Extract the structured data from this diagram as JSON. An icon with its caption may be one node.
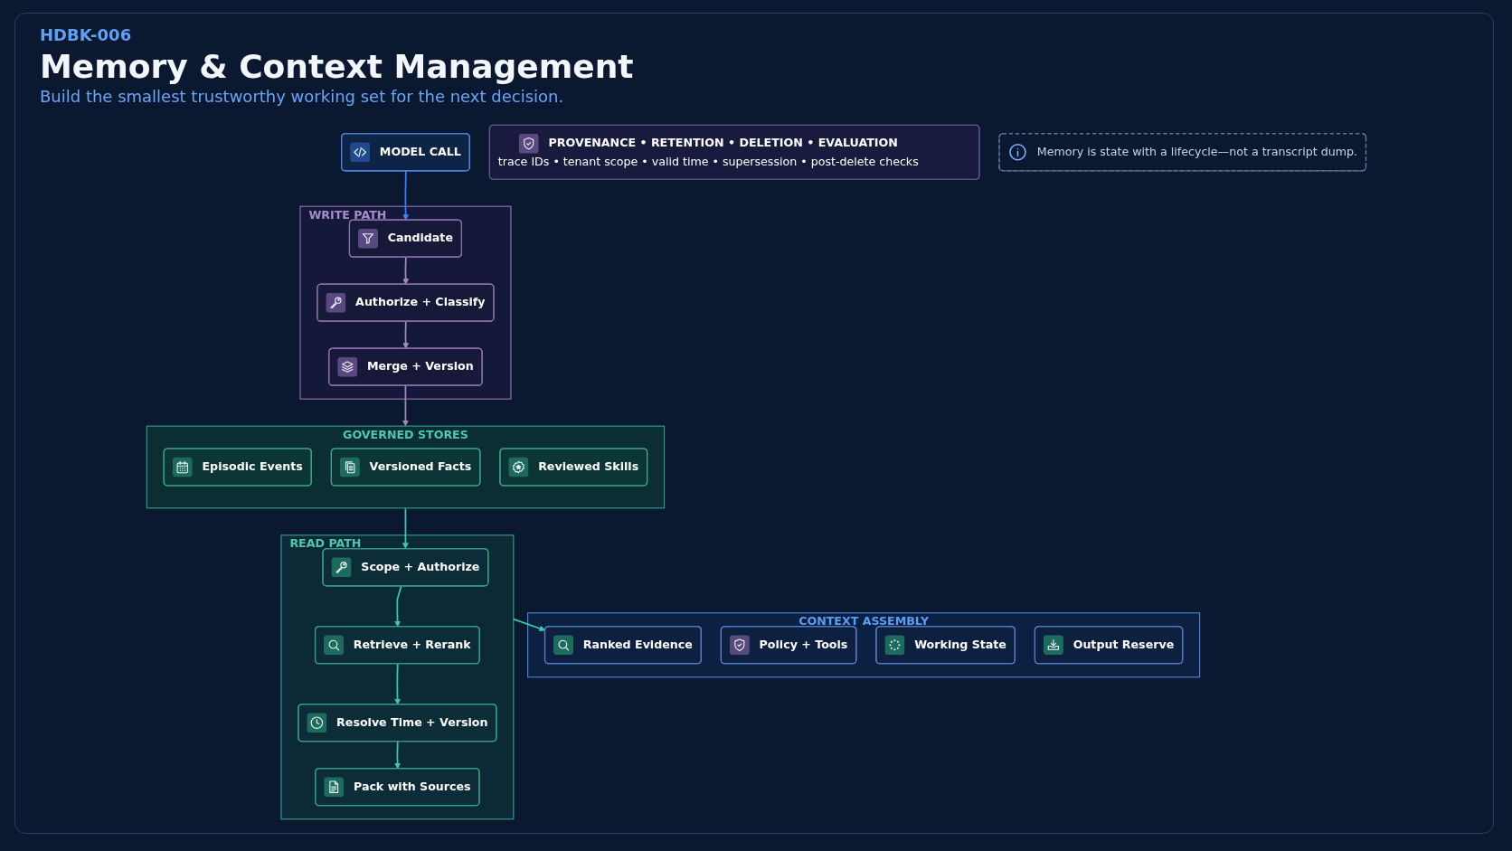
{
  "diagram": {
    "title": "Memory & Context Management",
    "nodes": [
      {
        "text": [
          "CONTEXT ASSEMBLY"
        ]
      },
      {
        "text": [
          "Policy + Tools"
        ],
        "in": 0
      },
      {
        "text": [
          "Working State"
        ],
        "in": 0
      },
      {
        "text": [
          "Ranked Evidence"
        ],
        "in": 0
      },
      {
        "text": [
          "Output Reserve"
        ],
        "in": 0
      },
      {
        "text": [
          "MODEL CALL"
        ]
      },
      {
        "text": [
          "WRITE PATH"
        ]
      },
      {
        "text": [
          "Candidate"
        ],
        "in": 6
      },
      {
        "text": [
          "Authorize + Classify"
        ],
        "in": 6
      },
      {
        "text": [
          "Merge + Version"
        ],
        "in": 6
      },
      {
        "text": [
          "READ PATH"
        ]
      },
      {
        "text": [
          "Scope + Authorize"
        ],
        "in": 10
      },
      {
        "text": [
          "Retrieve + Rerank"
        ],
        "in": 10
      },
      {
        "text": [
          "Resolve Time + Version"
        ],
        "in": 10
      },
      {
        "text": [
          "Pack with Sources"
        ],
        "in": 10
      },
      {
        "text": [
          "GOVERNED STORES"
        ]
      },
      {
        "text": [
          "Episodic Events"
        ],
        "in": 15
      },
      {
        "text": [
          "Versioned Facts"
        ],
        "in": 15
      },
      {
        "text": [
          "Reviewed Skills"
        ],
        "in": 15
      },
      {
        "text": [
          "PROVENANCE • RETENTION • DELETION • EVALUATION",
          "trace IDs • tenant scope • valid time • supersession • post-delete checks"
        ]
      },
      {
        "text": [
          "Memory is state with a lifecycle—not a transcript dump."
        ]
      }
    ],
    "edges": [
      {
        "from": 5,
        "to": 7,
        "arrow": "to",
        "color": "#3b82f6"
      },
      {
        "from": 7,
        "to": 8,
        "arrow": "to",
        "color": "#a28bc4"
      },
      {
        "from": 8,
        "to": 9,
        "arrow": "to",
        "color": "#a28bc4"
      },
      {
        "from": 9,
        "to": 15,
        "arrow": "to",
        "color": "#a28bc4"
      },
      {
        "from": 15,
        "to": 11,
        "arrow": "to"
      },
      {
        "from": 11,
        "to": 12,
        "arrow": "to"
      },
      {
        "from": 12,
        "to": 13,
        "arrow": "to"
      },
      {
        "from": 13,
        "to": 14,
        "arrow": "to"
      },
      {
        "from": 10,
        "to": 3,
        "arrow": "to"
      }
    ],
    "labels": [
      "HDBK-006",
      "Build the smallest trustworthy working set for the next decision."
    ]
  }
}
